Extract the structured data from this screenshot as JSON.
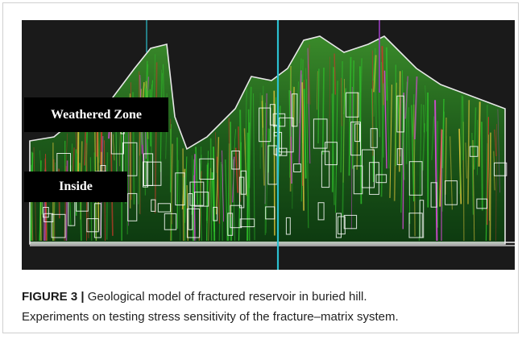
{
  "figure": {
    "labels": {
      "weathered_zone": "Weathered Zone",
      "inside": "Inside"
    },
    "colors": {
      "background": "#1a1a1a",
      "outline": "#ffffff",
      "fracture_green": "#2fbf2a",
      "fracture_magenta": "#d94ad9",
      "fracture_yellow": "#d9c23a",
      "fracture_red": "#c43a2a",
      "marker_cyan": "#2bc0d0",
      "marker_purple": "#9a3cc0"
    }
  },
  "caption": {
    "label": "FIGURE 3 |",
    "line1": " Geological model of fractured reservoir in buried hill.",
    "line2": "Experiments on testing stress sensitivity of the fracture–matrix system."
  }
}
